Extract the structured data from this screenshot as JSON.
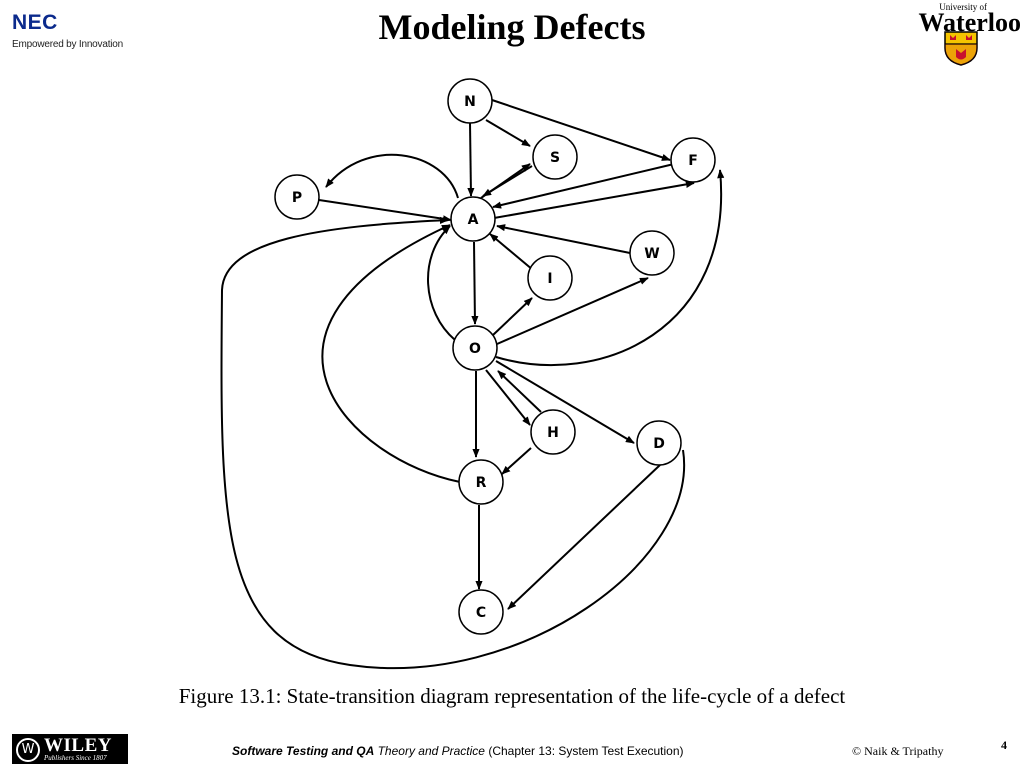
{
  "header": {
    "title": "Modeling Defects",
    "left_logo": {
      "name": "NEC",
      "tagline": "Empowered by Innovation"
    },
    "right_logo": {
      "top": "University of",
      "name": "Waterloo"
    }
  },
  "diagram": {
    "states": [
      "N",
      "S",
      "F",
      "P",
      "A",
      "W",
      "I",
      "O",
      "H",
      "D",
      "R",
      "C"
    ],
    "transitions": [
      [
        "N",
        "S"
      ],
      [
        "N",
        "F"
      ],
      [
        "N",
        "A"
      ],
      [
        "S",
        "A"
      ],
      [
        "A",
        "S"
      ],
      [
        "F",
        "A"
      ],
      [
        "A",
        "F"
      ],
      [
        "A",
        "P"
      ],
      [
        "P",
        "A"
      ],
      [
        "W",
        "A"
      ],
      [
        "I",
        "A"
      ],
      [
        "A",
        "O"
      ],
      [
        "O",
        "I"
      ],
      [
        "O",
        "W"
      ],
      [
        "O",
        "A"
      ],
      [
        "O",
        "F"
      ],
      [
        "O",
        "H"
      ],
      [
        "H",
        "O"
      ],
      [
        "O",
        "D"
      ],
      [
        "O",
        "R"
      ],
      [
        "H",
        "R"
      ],
      [
        "R",
        "A"
      ],
      [
        "R",
        "C"
      ],
      [
        "D",
        "C"
      ],
      [
        "D",
        "A"
      ]
    ]
  },
  "caption": "Figure 13.1: State-transition diagram representation of the life-cycle of a defect",
  "footer": {
    "publisher": "WILEY",
    "publisher_sub": "Publishers Since 1807",
    "course_bold": "Software Testing and QA",
    "course_italic": "Theory and Practice",
    "course_rest": "(Chapter 13: System Test Execution)",
    "credit": "© Naik & Tripathy",
    "page_number": "4"
  }
}
